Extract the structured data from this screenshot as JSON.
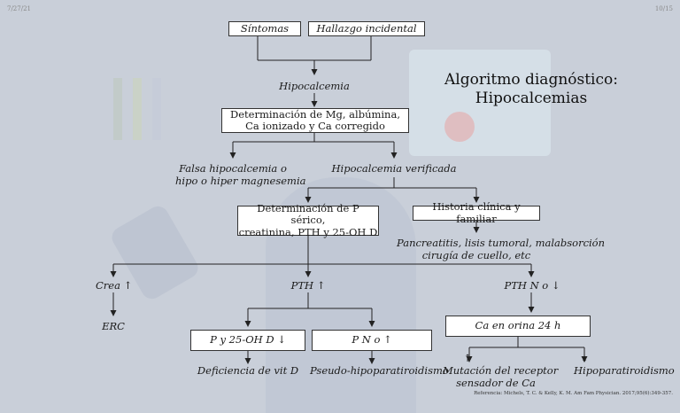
{
  "title_line1": "Algoritmo diagnóstico:",
  "title_line2": "Hipocalcemias",
  "corner_left": "7/27/21",
  "corner_right": "10/15",
  "reference": "Referencia: Michels, T. C. & Kelly, K. M. Am Fam Physician. 2017;95(6):349-357.",
  "nodes": {
    "sintomas": "Síntomas",
    "hallazgo": "Hallazgo incidental",
    "determinacion_mg_1": "Determinación de Mg, albúmina,",
    "determinacion_mg_2": "Ca ionizado y Ca corregido",
    "determinacion_p_1": "Determinación de P sérico,",
    "determinacion_p_2": "creatinina, PTH y 25-OH D",
    "historia": "Historia clínica y familiar",
    "p_25oh": "P y 25-OH D ↓",
    "p_n": "P N o ↑",
    "ca_orina": "Ca en orina 24 h"
  },
  "labels": {
    "hipocalcemia": "Hipocalcemia",
    "falsa_1": "Falsa hipocalcemia o",
    "falsa_2": "hipo o hiper magnesemia",
    "verificada": "Hipocalcemia verificada",
    "pancreatitis_1": "Pancreatitis, lisis tumoral, malabsorción",
    "pancreatitis_2": "cirugía de cuello, etc",
    "crea": "Crea ↑",
    "pth_up": "PTH ↑",
    "pth_n": "PTH N o ↓",
    "erc": "ERC",
    "deficiencia": "Deficiencia de vit D",
    "pseudo": "Pseudo-hipoparatiroidismo",
    "up_arrow": "↑",
    "down_arrow": "↓",
    "mutacion_1": "Mutación del receptor",
    "mutacion_2": "sensador de Ca",
    "hipopara": "Hipoparatiroidismo"
  },
  "colors": {
    "background": "#c9cfd9",
    "box": "#ffffff",
    "line": "#222222"
  }
}
